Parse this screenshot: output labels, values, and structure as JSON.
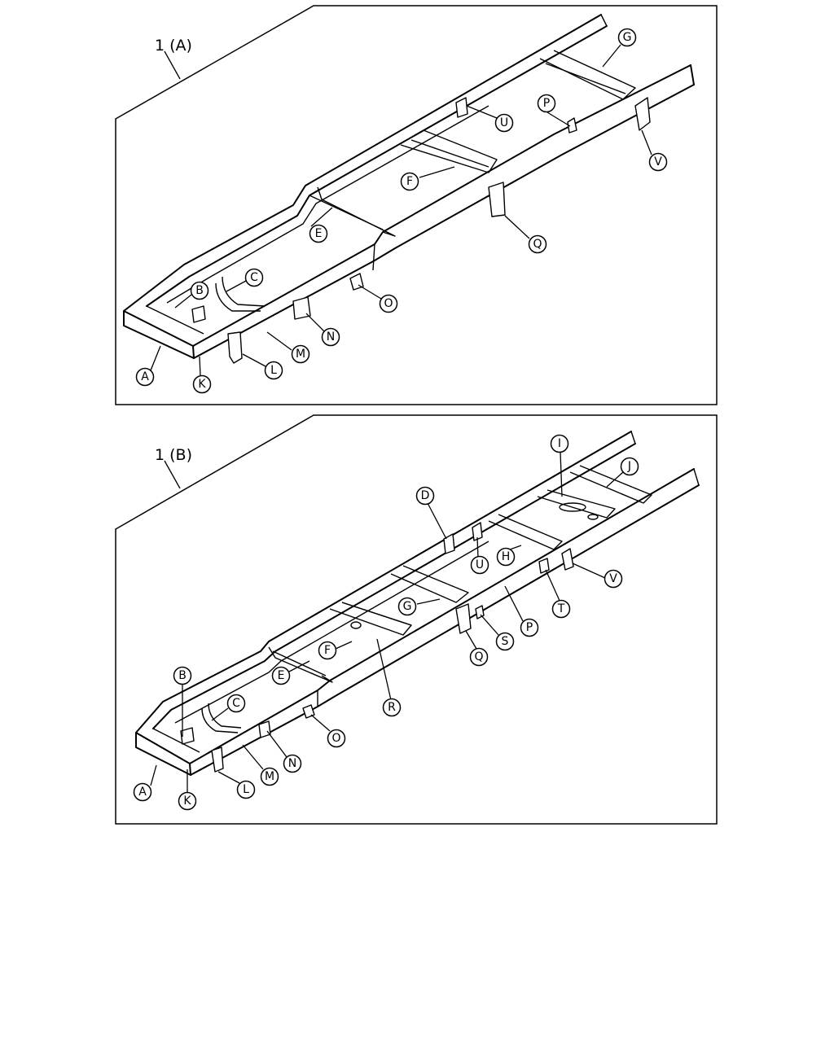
{
  "panels": [
    {
      "id": "a",
      "title": "1 (A)",
      "callouts": [
        "A",
        "B",
        "C",
        "E",
        "F",
        "G",
        "K",
        "L",
        "M",
        "N",
        "O",
        "P",
        "Q",
        "U",
        "V"
      ]
    },
    {
      "id": "b",
      "title": "1 (B)",
      "callouts": [
        "A",
        "B",
        "C",
        "D",
        "E",
        "F",
        "G",
        "H",
        "I",
        "J",
        "K",
        "L",
        "M",
        "N",
        "O",
        "P",
        "Q",
        "R",
        "S",
        "T",
        "U",
        "V"
      ]
    }
  ]
}
